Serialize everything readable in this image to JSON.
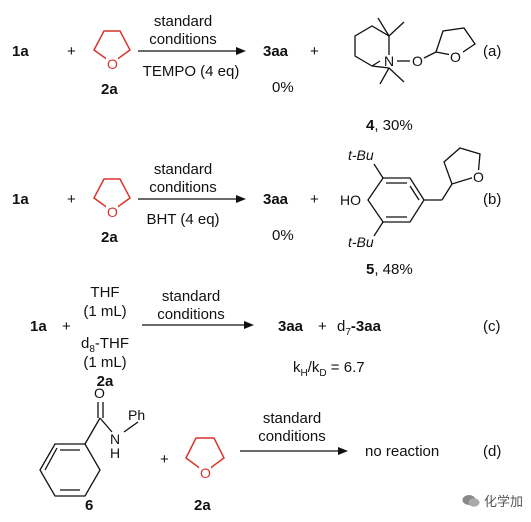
{
  "schemes": [
    {
      "reactant_a": "1a",
      "plus": "+",
      "reactant_b": "2a",
      "cond_top1": "standard",
      "cond_top2": "conditions",
      "cond_bottom": "TEMPO (4 eq)",
      "product": "3aa",
      "product_yield": "0%",
      "plus2": "+",
      "side_product_num": "4",
      "side_product_yield": ", 30%",
      "atom_n": "N",
      "atom_o1": "O",
      "atom_o2": "O",
      "tag": "(a)"
    },
    {
      "reactant_a": "1a",
      "plus": "+",
      "reactant_b": "2a",
      "cond_top1": "standard",
      "cond_top2": "conditions",
      "cond_bottom": "BHT (4 eq)",
      "product": "3aa",
      "product_yield": "0%",
      "plus2": "+",
      "side_product_num": "5",
      "side_product_yield": ", 48%",
      "tbu_top": "t-Bu",
      "tbu_bottom": "t-Bu",
      "ho": "HO",
      "atom_o": "O",
      "tag": "(b)"
    },
    {
      "reactant_a": "1a",
      "plus": "+",
      "thf": "THF",
      "thf_vol": "(1 mL)",
      "d8_prefix": "d",
      "d8_sub": "8",
      "d8_suffix": "-THF",
      "d8_vol": "(1 mL)",
      "reactant_b": "2a",
      "cond_top1": "standard",
      "cond_top2": "conditions",
      "product": "3aa",
      "plus2": "+",
      "d7_prefix": "d",
      "d7_sub": "7",
      "d7_suffix": "-3aa",
      "kie_k": "k",
      "kie_h": "H",
      "kie_slash": "/k",
      "kie_d": "D",
      "kie_val": " = 6.7",
      "tag": "(c)"
    },
    {
      "reactant_a": "6",
      "atom_o": "O",
      "atom_n": "N",
      "atom_h": "H",
      "ph": "Ph",
      "plus": "+",
      "reactant_b": "2a",
      "atom_o_thf": "O",
      "cond_top1": "standard",
      "cond_top2": "conditions",
      "result": "no reaction",
      "tag": "(d)"
    }
  ],
  "watermark": "化学加",
  "colors": {
    "thf_ring": "#d9342b",
    "text": "#111111"
  }
}
